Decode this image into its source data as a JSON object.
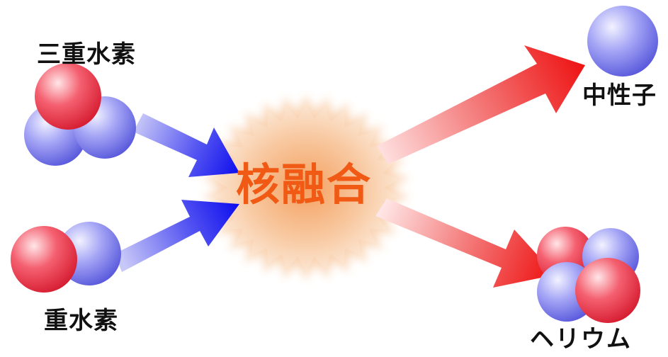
{
  "labels": {
    "tritium": "三重水素",
    "deuterium": "重水素",
    "neutron": "中性子",
    "helium": "ヘリウム",
    "fusion": "核融合"
  },
  "colors": {
    "proton": "#f03a48",
    "neutron": "#8080f0",
    "input_arrow": "#1a1aee",
    "output_arrow": "#ee1a1a",
    "fusion_text": "#f05a14",
    "burst": "#f7b778"
  },
  "icons": {
    "proton": "red-sphere",
    "neutron": "blue-sphere",
    "burst": "starburst"
  }
}
